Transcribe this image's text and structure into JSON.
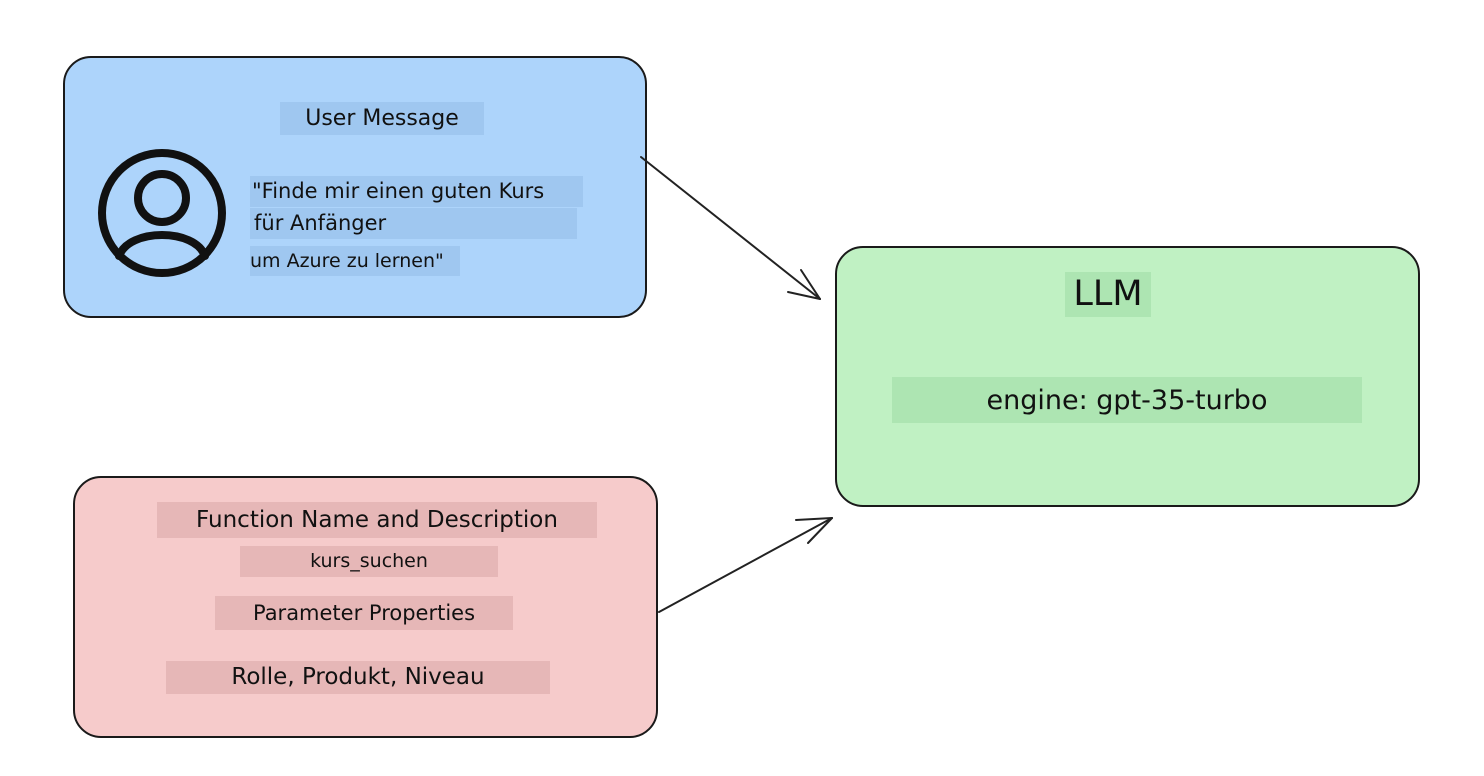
{
  "user_message": {
    "title": "User Message",
    "line1": "\"Finde mir einen guten Kurs",
    "line2": "für Anfänger",
    "line3": "um Azure zu lernen\"",
    "icon": "user-icon",
    "color": "#add4fb"
  },
  "llm": {
    "title": "LLM",
    "engine": "engine: gpt-35-turbo",
    "color": "#c0f1c3"
  },
  "function_box": {
    "title": "Function Name and Description",
    "function_name": "kurs_suchen",
    "params_title": "Parameter Properties",
    "params": "Rolle, Produkt, Niveau",
    "color": "#f6cbcb"
  }
}
